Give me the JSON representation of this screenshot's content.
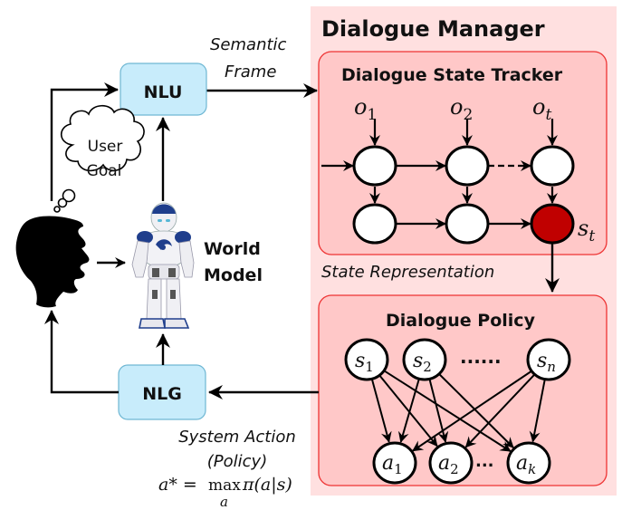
{
  "colors": {
    "dm_panel_fill": "#ffe0e0",
    "inner_box_fill": "#ffc8c8",
    "inner_box_stroke": "#ee3333",
    "module_fill": "#c8ecfb",
    "module_stroke": "#6fb7d3",
    "node_fill": "#ffffff",
    "current_state_fill": "#c00000",
    "line": "#000000",
    "user_silhouette": "#000000",
    "robot_blue": "#1f3e8c"
  },
  "dialogue_manager": {
    "title": "Dialogue Manager",
    "state_tracker": {
      "title": "Dialogue State Tracker",
      "observations": [
        {
          "base": "o",
          "sub": "1"
        },
        {
          "base": "o",
          "sub": "2"
        },
        {
          "base": "o",
          "sub": "t"
        }
      ],
      "current_state": {
        "base": "s",
        "sub": "t"
      }
    },
    "state_representation_label": "State Representation",
    "policy": {
      "title": "Dialogue Policy",
      "states": [
        {
          "base": "s",
          "sub": "1"
        },
        {
          "base": "s",
          "sub": "2"
        },
        {
          "base": "s",
          "sub": "n"
        }
      ],
      "states_ellipsis": "......",
      "actions": [
        {
          "base": "a",
          "sub": "1"
        },
        {
          "base": "a",
          "sub": "2"
        },
        {
          "base": "a",
          "sub": "k"
        }
      ],
      "actions_ellipsis": "..."
    }
  },
  "modules": {
    "nlu": "NLU",
    "nlg": "NLG"
  },
  "labels": {
    "semantic_frame_line1": "Semantic",
    "semantic_frame_line2": "Frame",
    "user_goal_line1": "User",
    "user_goal_line2": "Goal",
    "world_model_line1": "World",
    "world_model_line2": "Model",
    "system_action_line1": "System Action",
    "system_action_line2": "(Policy)",
    "formula_lhs": "a* =",
    "formula_max": "max",
    "formula_max_sub": "a",
    "formula_rhs": "π(a|s)"
  }
}
